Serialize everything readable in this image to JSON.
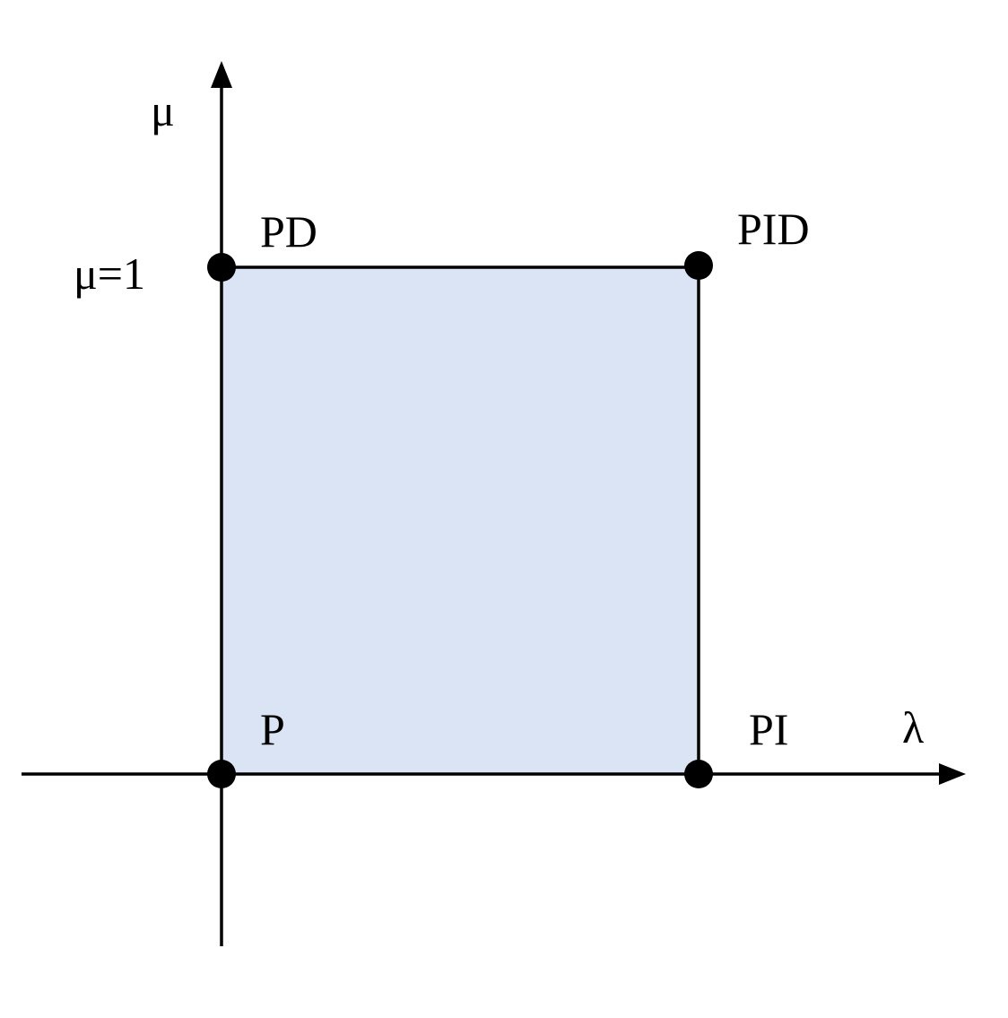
{
  "axes": {
    "horizontal_label": "λ",
    "vertical_label": "μ",
    "vertical_tick_label": "μ=1"
  },
  "region": {
    "fill_color": "#dbe4f4",
    "edge_color": "#000000"
  },
  "corners": {
    "origin": "P",
    "lambda_corner": "PI",
    "mu_corner": "PD",
    "both_corner": "PID"
  }
}
